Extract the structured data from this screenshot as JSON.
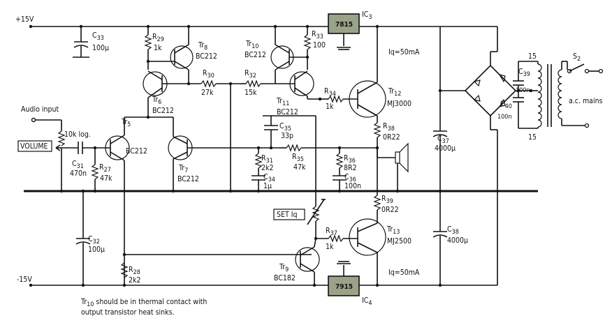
{
  "rails": {
    "pos": "+15V",
    "neg": "-15V"
  },
  "input": {
    "label": "Audio input",
    "volume_box": "VOLUME",
    "pot": "10k log."
  },
  "regulators": {
    "ic3": {
      "part": "7815",
      "ref": "IC",
      "sub": "3"
    },
    "ic4": {
      "part": "7915",
      "ref": "IC",
      "sub": "4"
    }
  },
  "quiescent": {
    "top": "Iq=50mA",
    "bottom": "Iq=50mA"
  },
  "set_iq": "SET Iq",
  "transistors": {
    "tr5": {
      "ref": "Tr",
      "sub": "5",
      "type": "BC212"
    },
    "tr6": {
      "ref": "Tr",
      "sub": "6",
      "type": "BC212"
    },
    "tr7": {
      "ref": "Tr",
      "sub": "7",
      "type": "BC212"
    },
    "tr8": {
      "ref": "Tr",
      "sub": "8",
      "type": "BC212"
    },
    "tr9": {
      "ref": "Tr",
      "sub": "9",
      "type": "BC182"
    },
    "tr10": {
      "ref": "Tr",
      "sub": "10",
      "type": "BC212"
    },
    "tr11": {
      "ref": "Tr",
      "sub": "11",
      "type": "BC212"
    },
    "tr12": {
      "ref": "Tr",
      "sub": "12",
      "type": "MJ3000"
    },
    "tr13": {
      "ref": "Tr",
      "sub": "13",
      "type": "MJ2500"
    }
  },
  "resistors": {
    "r27": {
      "ref": "R",
      "sub": "27",
      "value": "47k"
    },
    "r28": {
      "ref": "R",
      "sub": "28",
      "value": "2k2"
    },
    "r29": {
      "ref": "R",
      "sub": "29",
      "value": "1k"
    },
    "r30": {
      "ref": "R",
      "sub": "30",
      "value": "27k"
    },
    "r31": {
      "ref": "R",
      "sub": "31",
      "value": "2k2"
    },
    "r32": {
      "ref": "R",
      "sub": "32",
      "value": "15k"
    },
    "r33": {
      "ref": "R",
      "sub": "33",
      "value": "100"
    },
    "r34": {
      "ref": "R",
      "sub": "34",
      "value": "1k"
    },
    "r35": {
      "ref": "R",
      "sub": "35",
      "value": "47k"
    },
    "r36": {
      "ref": "R",
      "sub": "36",
      "value": "8R2"
    },
    "r37": {
      "ref": "R",
      "sub": "37",
      "value": "1k"
    },
    "r38": {
      "ref": "R",
      "sub": "38",
      "value": "0R22"
    },
    "r39": {
      "ref": "R",
      "sub": "39",
      "value": "0R22"
    }
  },
  "capacitors": {
    "c31": {
      "ref": "C",
      "sub": "31",
      "value": "470n"
    },
    "c32": {
      "ref": "C",
      "sub": "32",
      "value": "100µ"
    },
    "c33": {
      "ref": "C",
      "sub": "33",
      "value": "100µ"
    },
    "c34": {
      "ref": "C",
      "sub": "34",
      "value": "1µ"
    },
    "c35": {
      "ref": "C",
      "sub": "35",
      "value": "33p"
    },
    "c36": {
      "ref": "C",
      "sub": "36",
      "value": "100n"
    },
    "c37": {
      "ref": "C",
      "sub": "37",
      "value": "4000µ"
    },
    "c38": {
      "ref": "C",
      "sub": "38",
      "value": "4000µ"
    },
    "c39": {
      "ref": "C",
      "sub": "39",
      "value": "100n"
    },
    "c40": {
      "ref": "C",
      "sub": "40",
      "value": "100n"
    }
  },
  "transformer": {
    "tap_top": "15",
    "tap_bottom": "15"
  },
  "switch": {
    "ref": "S",
    "sub": "2",
    "label": "a.c. mains"
  },
  "note": {
    "ref": "Tr",
    "sub": "10",
    "line1": "should be in thermal contact with",
    "line2": "output transistor heat sinks."
  }
}
